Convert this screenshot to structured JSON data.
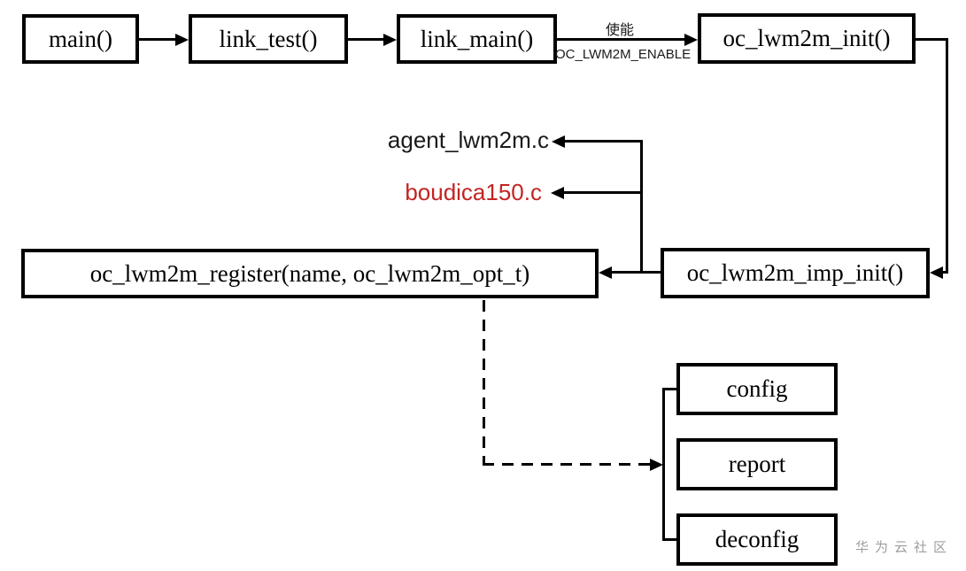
{
  "nodes": {
    "main": {
      "label": "main()"
    },
    "link_test": {
      "label": "link_test()"
    },
    "link_main": {
      "label": "link_main()"
    },
    "oc_lwm2m_init": {
      "label": "oc_lwm2m_init()"
    },
    "oc_lwm2m_register": {
      "label": "oc_lwm2m_register(name, oc_lwm2m_opt_t)"
    },
    "oc_lwm2m_imp_init": {
      "label": "oc_lwm2m_imp_init()"
    },
    "config": {
      "label": "config"
    },
    "report": {
      "label": "report"
    },
    "deconfig": {
      "label": "deconfig"
    }
  },
  "file_labels": {
    "agent": {
      "label": "agent_lwm2m.c",
      "color": "#1a1a1a"
    },
    "boudica": {
      "label": "boudica150.c",
      "color": "#c42323"
    }
  },
  "edge_labels": {
    "enable_cn": "使能",
    "enable_macro": "OC_LWM2M_ENABLE"
  },
  "watermark": {
    "text": "华为云社区",
    "color": "#9e9e9e"
  },
  "colors": {
    "line": "#000000",
    "box_border": "#000000",
    "background": "#ffffff",
    "red_text": "#c42323",
    "watermark_gray": "#9e9e9e"
  }
}
